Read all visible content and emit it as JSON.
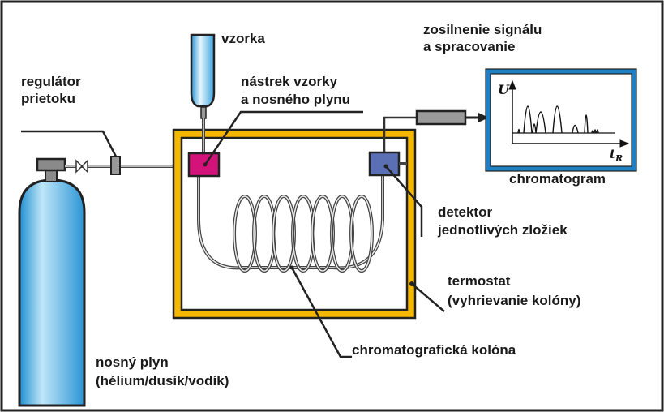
{
  "labels": {
    "regulator": [
      "regulátor",
      "prietoku"
    ],
    "sample": "vzorka",
    "injection": [
      "nástrek vzorky",
      "a nosného plynu"
    ],
    "amplifier": [
      "zosilnenie signálu",
      "a spracovanie"
    ],
    "chromatogram": "chromatogram",
    "detector": [
      "detektor",
      "jednotlivých zložiek"
    ],
    "thermostat": [
      "termostat",
      "(vyhrievanie kolóny)"
    ],
    "column": "chromatografická kolóna",
    "carrier_gas": [
      "nosný plyn",
      "(hélium/dusík/vodík)"
    ]
  },
  "chromatogram_axes": {
    "y": "U",
    "x": "t",
    "x_sub": "R"
  },
  "colors": {
    "cylinder": "#3fa8e0",
    "thermostat": "#f5b800",
    "injector": "#d4137a",
    "detector": "#5b6fb5",
    "monitor": "#1e7fc4",
    "amplifier": "#9a9a9a"
  }
}
